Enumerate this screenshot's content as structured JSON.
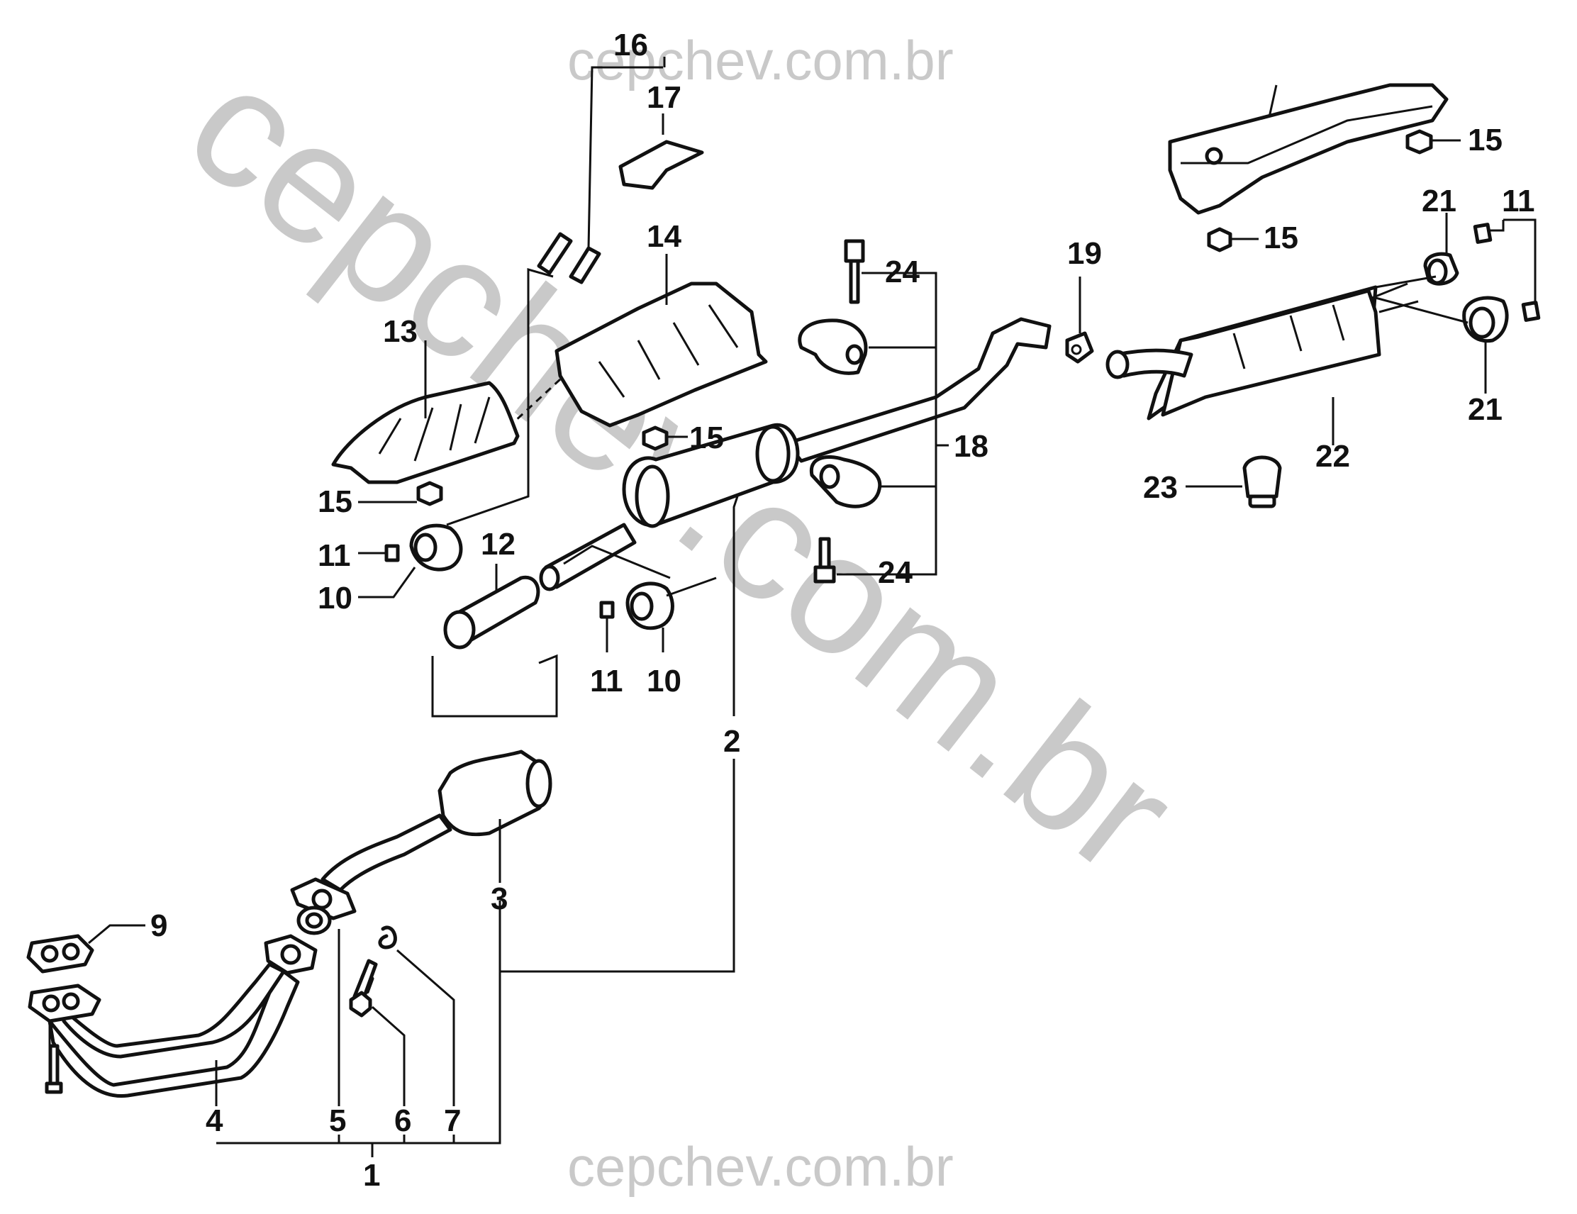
{
  "watermarks": {
    "top": "cepchev.com.br",
    "diagonal": "cepchev.com.br",
    "bottom": "cepchev.com.br"
  },
  "callouts": {
    "c1": "1",
    "c2": "2",
    "c3": "3",
    "c4": "4",
    "c5": "5",
    "c6": "6",
    "c7": "7",
    "c9": "9",
    "c10a": "10",
    "c10b": "10",
    "c11a": "11",
    "c11b": "11",
    "c11c": "11",
    "c12": "12",
    "c13": "13",
    "c14": "14",
    "c15a": "15",
    "c15b": "15",
    "c15c": "15",
    "c15d": "15",
    "c16": "16",
    "c17": "17",
    "c18": "18",
    "c19": "19",
    "c21a": "21",
    "c21b": "21",
    "c22": "22",
    "c23": "23",
    "c24a": "24",
    "c24b": "24"
  },
  "colors": {
    "line": "#111111",
    "watermark": "#c9c9c9",
    "background": "#ffffff"
  }
}
